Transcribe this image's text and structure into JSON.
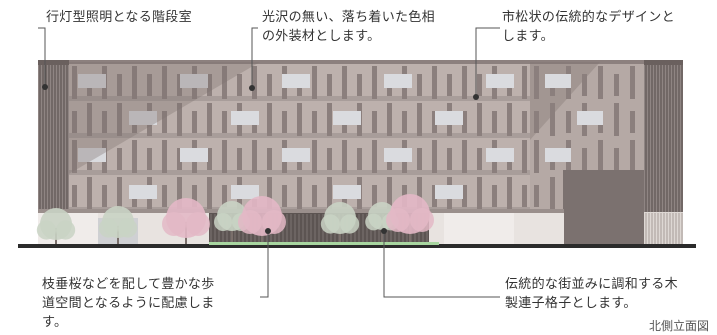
{
  "callouts": {
    "stair_hall": "行灯型照明となる階段室",
    "exterior_material": "光沢の無い、落ち着いた色相\nの外装材とします。",
    "checkered_design": "市松状の伝統的なデザインと\nします。",
    "cherry_trees": "枝垂桜などを配して豊かな歩\n道空間となるように配慮しま\nす。",
    "lattice": "伝統的な街並みに調和する木\n製連子格子とします。"
  },
  "drawing_title": "北側立面図",
  "colors": {
    "facade": "#b8aca8",
    "fin": "#8e8280",
    "glass": "#d9dadd",
    "louver": "#958b88",
    "shadow": "#6f6462",
    "cherry": "#e3b8c6",
    "tree": "#c9d3c4",
    "ground": "#2d2d2d",
    "grass": "#a9d6a2",
    "line": "#555555"
  }
}
